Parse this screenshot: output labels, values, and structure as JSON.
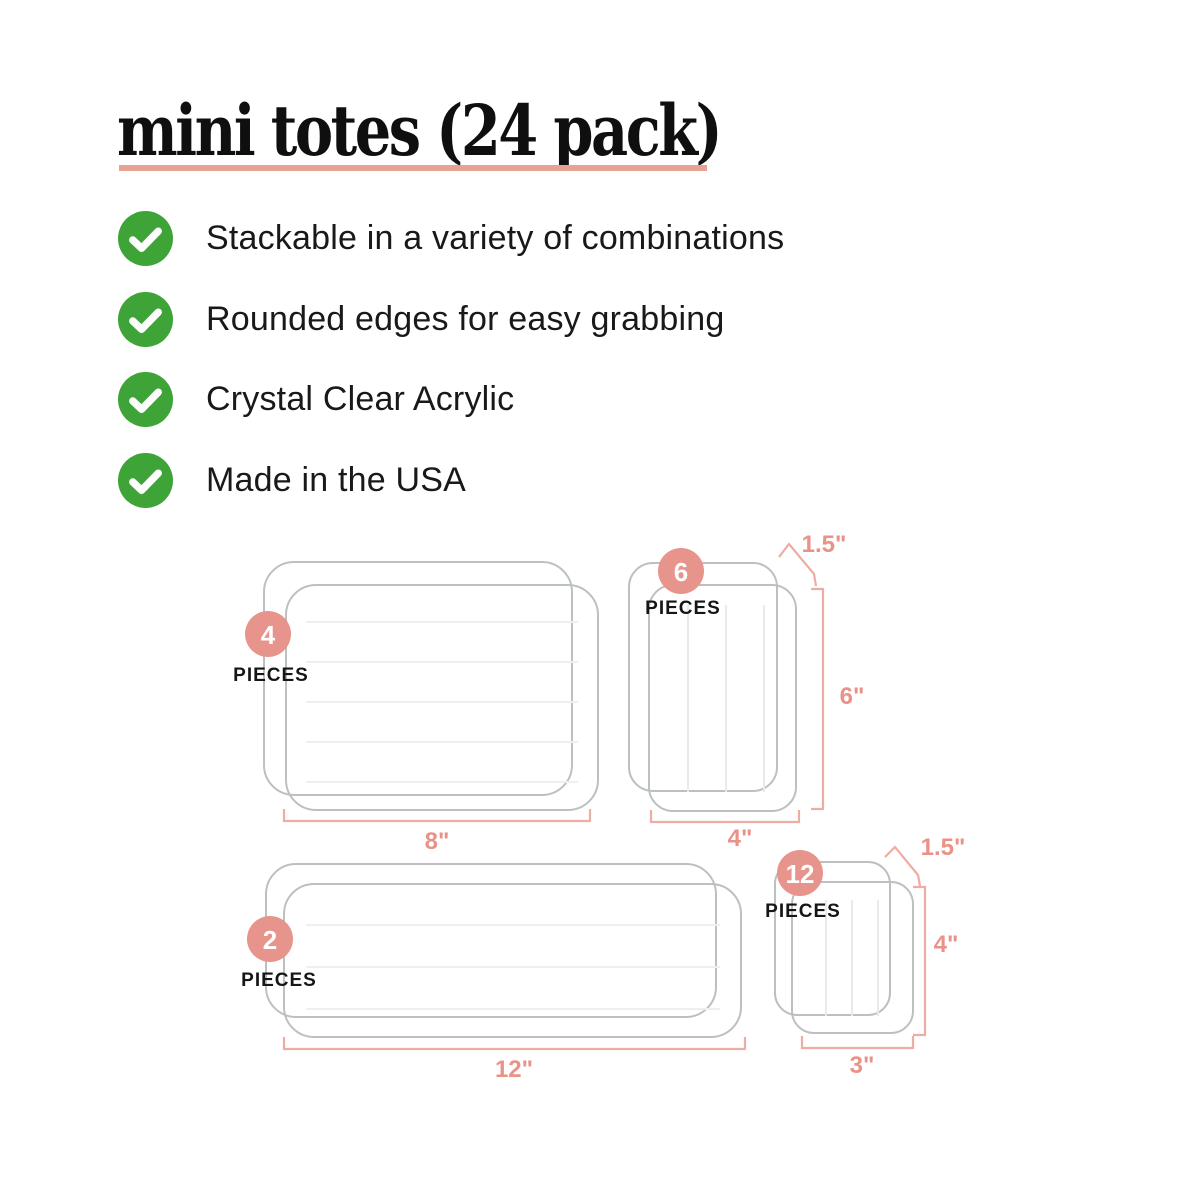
{
  "title": "mini totes (24 pack)",
  "features": [
    "Stackable in a variety of combinations",
    "Rounded edges for easy grabbing",
    "Crystal Clear Acrylic",
    "Made in the USA"
  ],
  "diagram": {
    "totes": [
      {
        "count": "4",
        "pieces_label": "PIECES",
        "width": "8\""
      },
      {
        "count": "6",
        "pieces_label": "PIECES",
        "width": "4\"",
        "height": "6\"",
        "depth": "1.5\""
      },
      {
        "count": "2",
        "pieces_label": "PIECES",
        "width": "12\""
      },
      {
        "count": "12",
        "pieces_label": "PIECES",
        "width": "3\"",
        "height": "4\"",
        "depth": "1.5\""
      }
    ]
  },
  "colors": {
    "accent_pink": "#e6948c",
    "underline_pink": "#e7a294",
    "dimension_line": "#eeada4",
    "dimension_text": "#ea9287",
    "check_green": "#3ea437",
    "tote_outline": "#bcc0c0",
    "text_black": "#191919"
  }
}
